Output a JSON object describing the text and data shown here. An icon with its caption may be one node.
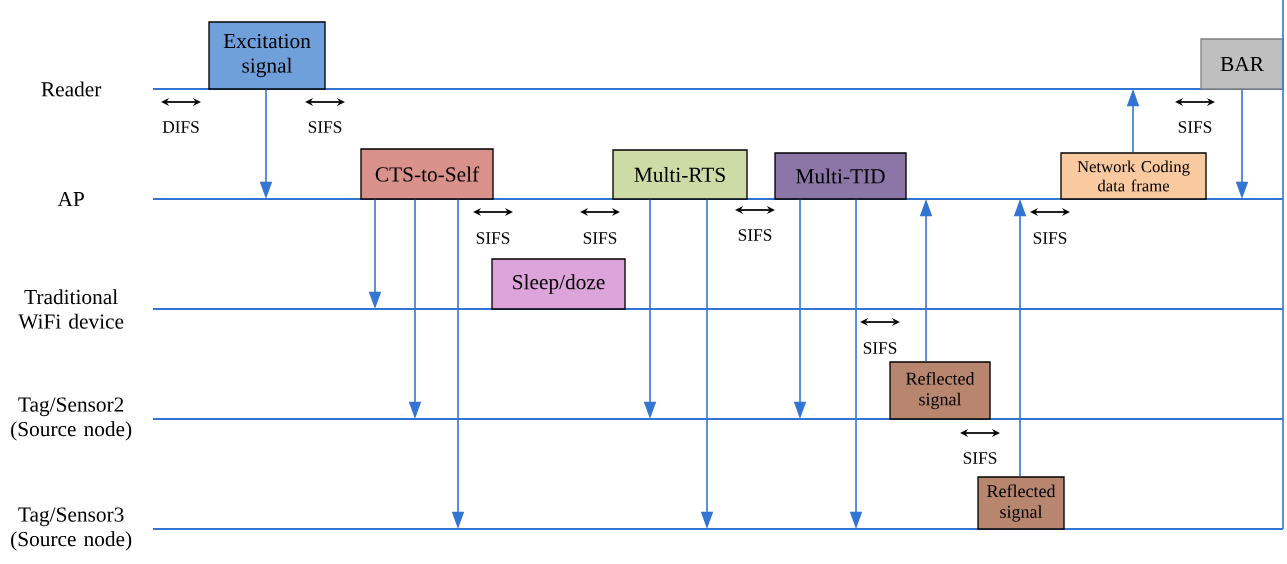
{
  "diagram": {
    "nodes": [
      {
        "text": [
          "Reader"
        ]
      },
      {
        "text": [
          "AP"
        ]
      },
      {
        "text": [
          "Traditional WiFi device"
        ]
      },
      {
        "text": [
          "Tag/Sensor2 (Source node)"
        ]
      },
      {
        "text": [
          "Tag/Sensor3 (Source node)"
        ]
      },
      {
        "text": [
          "Excitation signal"
        ]
      },
      {
        "text": [
          "BAR"
        ]
      },
      {
        "text": [
          "CTS-to-Self"
        ]
      },
      {
        "text": [
          "Multi-RTS"
        ]
      },
      {
        "text": [
          "Multi-TID"
        ]
      },
      {
        "text": [
          "Network Coding data frame"
        ]
      },
      {
        "text": [
          "Sleep/doze"
        ]
      },
      {
        "text": [
          "Reflected signal"
        ]
      },
      {
        "text": [
          "Reflected signal"
        ]
      }
    ],
    "edges": [
      {
        "from": 5,
        "to": 1,
        "arrow": "to"
      },
      {
        "from": 7,
        "to": 2,
        "arrow": "to"
      },
      {
        "from": 7,
        "to": 3,
        "arrow": "to"
      },
      {
        "from": 7,
        "to": 4,
        "arrow": "to"
      },
      {
        "from": 8,
        "to": 3,
        "arrow": "to"
      },
      {
        "from": 8,
        "to": 4,
        "arrow": "to"
      },
      {
        "from": 9,
        "to": 3,
        "arrow": "to"
      },
      {
        "from": 9,
        "to": 4,
        "arrow": "to"
      },
      {
        "from": 12,
        "to": 1,
        "arrow": "to"
      },
      {
        "from": 13,
        "to": 1,
        "arrow": "to"
      },
      {
        "from": 10,
        "to": 0,
        "arrow": "to"
      },
      {
        "from": 6,
        "to": 1,
        "arrow": "to"
      }
    ],
    "labels": [
      "DIFS",
      "SIFS",
      "SIFS",
      "SIFS",
      "SIFS",
      "SIFS",
      "SIFS",
      "SIFS",
      "SIFS"
    ]
  }
}
